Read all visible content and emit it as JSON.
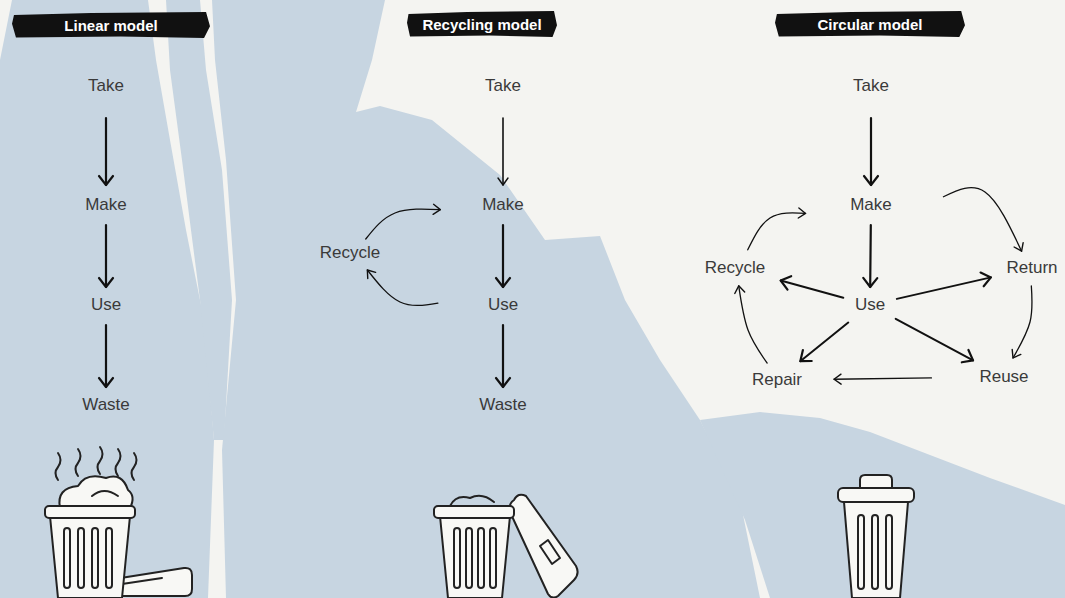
{
  "diagram": {
    "nodes": [
      {
        "text": [
          "Linear model"
        ]
      },
      {
        "text": [
          "Take"
        ]
      },
      {
        "text": [
          "Make"
        ]
      },
      {
        "text": [
          "Use"
        ]
      },
      {
        "text": [
          "Waste"
        ]
      },
      {
        "text": [
          "Recycling model"
        ]
      },
      {
        "text": [
          "Take"
        ]
      },
      {
        "text": [
          "Make"
        ]
      },
      {
        "text": [
          "Recycle"
        ]
      },
      {
        "text": [
          "Use"
        ]
      },
      {
        "text": [
          "Waste"
        ]
      },
      {
        "text": [
          "Circular model"
        ]
      },
      {
        "text": [
          "Take"
        ]
      },
      {
        "text": [
          "Make"
        ]
      },
      {
        "text": [
          "Recycle"
        ]
      },
      {
        "text": [
          "Return"
        ]
      },
      {
        "text": [
          "Use"
        ]
      },
      {
        "text": [
          "Repair"
        ]
      },
      {
        "text": [
          "Reuse"
        ]
      }
    ],
    "edges": [
      {
        "from": 1,
        "to": 2,
        "arrow": "to"
      },
      {
        "from": 2,
        "to": 3,
        "arrow": "to"
      },
      {
        "from": 3,
        "to": 4,
        "arrow": "to"
      },
      {
        "from": 6,
        "to": 7,
        "arrow": "to"
      },
      {
        "from": 7,
        "to": 9,
        "arrow": "to"
      },
      {
        "from": 9,
        "to": 10,
        "arrow": "to"
      },
      {
        "from": 9,
        "to": 8,
        "arrow": "to"
      },
      {
        "from": 8,
        "to": 7,
        "arrow": "to"
      },
      {
        "from": 12,
        "to": 13,
        "arrow": "to"
      },
      {
        "from": 13,
        "to": 16,
        "arrow": "to"
      },
      {
        "from": 16,
        "to": 14,
        "arrow": "to"
      },
      {
        "from": 16,
        "to": 15,
        "arrow": "to"
      },
      {
        "from": 16,
        "to": 17,
        "arrow": "to"
      },
      {
        "from": 16,
        "to": 18,
        "arrow": "to"
      },
      {
        "from": 13,
        "to": 15,
        "arrow": "to"
      },
      {
        "from": 15,
        "to": 18,
        "arrow": "to"
      },
      {
        "from": 18,
        "to": 17,
        "arrow": "to"
      },
      {
        "from": 17,
        "to": 14,
        "arrow": "to"
      },
      {
        "from": 14,
        "to": 13,
        "arrow": "to"
      }
    ]
  }
}
